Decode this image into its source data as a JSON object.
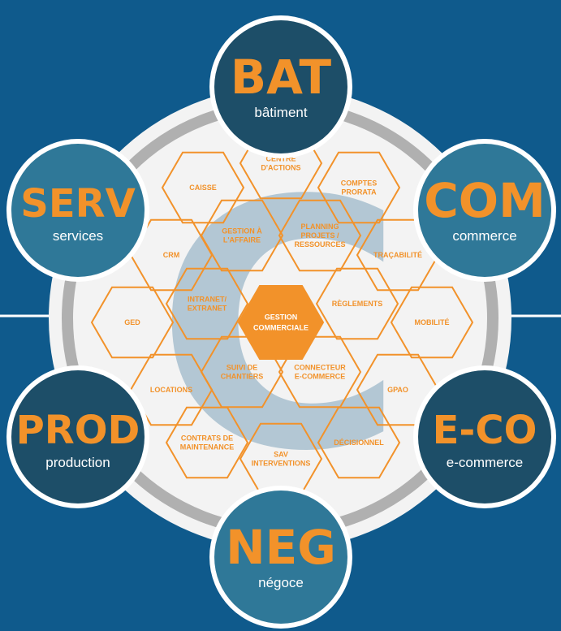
{
  "colors": {
    "background": "#0f5a8c",
    "accent": "#f2922a",
    "circle_dark": "#1d4e68",
    "circle_light": "#2f7898",
    "panel": "#f3f3f3",
    "ring": "#b0b0b0"
  },
  "center": {
    "lines": [
      "GESTION",
      "COMMERCIALE"
    ]
  },
  "modules": [
    {
      "abbr": "BAT",
      "label": "bâtiment"
    },
    {
      "abbr": "COM",
      "label": "commerce"
    },
    {
      "abbr": "E-CO",
      "label": "e-commerce"
    },
    {
      "abbr": "NEG",
      "label": "négoce"
    },
    {
      "abbr": "PROD",
      "label": "production"
    },
    {
      "abbr": "SERV",
      "label": "services"
    }
  ],
  "hexes": [
    {
      "lines": [
        "CAISSE"
      ]
    },
    {
      "lines": [
        "CENTRE",
        "D'ACTIONS"
      ]
    },
    {
      "lines": [
        "COMPTES",
        "PRORATA"
      ]
    },
    {
      "lines": [
        "CRM"
      ]
    },
    {
      "lines": [
        "GESTION À",
        "L'AFFAIRE"
      ]
    },
    {
      "lines": [
        "PLANNING",
        "PROJETS /",
        "RESSOURCES"
      ]
    },
    {
      "lines": [
        "TRAÇABILITÉ"
      ]
    },
    {
      "lines": [
        "GED"
      ]
    },
    {
      "lines": [
        "INTRANET/",
        "EXTRANET"
      ]
    },
    {
      "lines": [
        "RÈGLEMENTS"
      ]
    },
    {
      "lines": [
        "MOBILITÉ"
      ]
    },
    {
      "lines": [
        "LOCATIONS"
      ]
    },
    {
      "lines": [
        "SUIVI DE",
        "CHANTIERS"
      ]
    },
    {
      "lines": [
        "CONNECTEUR",
        "E-COMMERCE"
      ]
    },
    {
      "lines": [
        "GPAO"
      ]
    },
    {
      "lines": [
        "CONTRATS DE",
        "MAINTENANCE"
      ]
    },
    {
      "lines": [
        "SAV",
        "INTERVENTIONS"
      ]
    },
    {
      "lines": [
        "DÉCISIONNEL"
      ]
    }
  ]
}
